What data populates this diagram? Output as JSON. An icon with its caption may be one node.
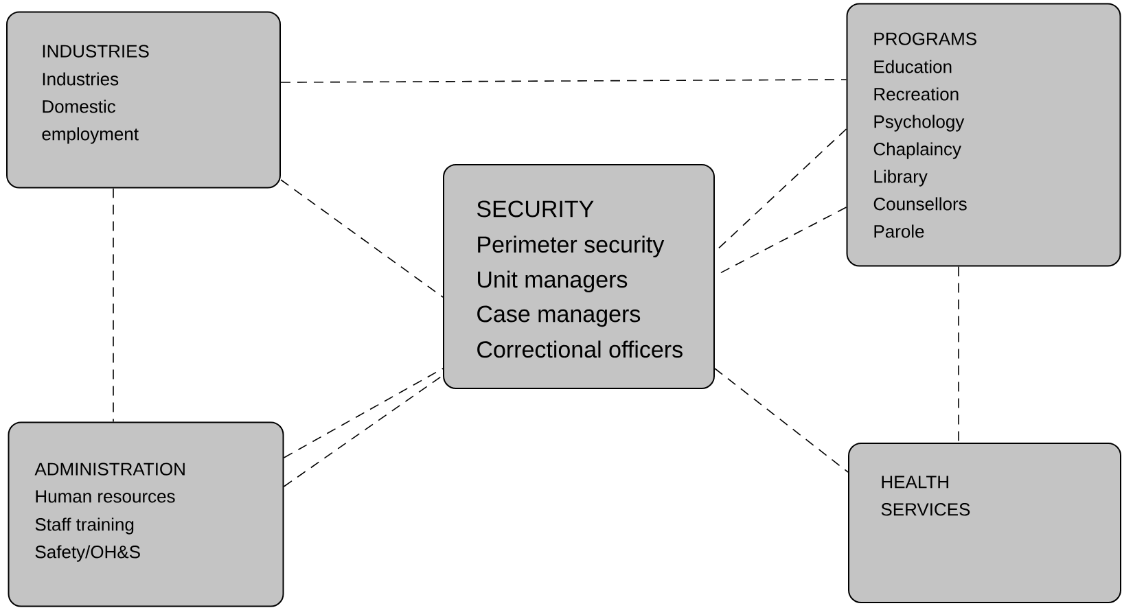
{
  "diagram": {
    "nodes": [
      {
        "text": [
          "INDUSTRIES",
          "Industries",
          "Domestic employment"
        ]
      },
      {
        "text": [
          "PROGRAMS",
          "Education",
          "Recreation",
          "Psychology",
          "Chaplaincy",
          "Library",
          "Counsellors",
          "Parole"
        ]
      },
      {
        "text": [
          "SECURITY",
          "Perimeter security",
          "Unit managers",
          "Case managers",
          "Correctional officers"
        ]
      },
      {
        "text": [
          "ADMINISTRATION",
          "Human resources",
          "Staff training",
          "Safety/OH&S"
        ]
      },
      {
        "text": [
          "HEALTH SERVICES"
        ]
      }
    ],
    "edges": [
      {
        "from": 0,
        "to": 1,
        "arrow": "none",
        "style": "dashed"
      },
      {
        "from": 0,
        "to": 2,
        "arrow": "none",
        "style": "dashed"
      },
      {
        "from": 0,
        "to": 3,
        "arrow": "none",
        "style": "dashed"
      },
      {
        "from": 1,
        "to": 2,
        "arrow": "none",
        "style": "dashed"
      },
      {
        "from": 1,
        "to": 2,
        "arrow": "none",
        "style": "dashed"
      },
      {
        "from": 1,
        "to": 4,
        "arrow": "none",
        "style": "dashed"
      },
      {
        "from": 2,
        "to": 4,
        "arrow": "none",
        "style": "dashed"
      },
      {
        "from": 3,
        "to": 2,
        "arrow": "none",
        "style": "dashed"
      },
      {
        "from": 3,
        "to": 2,
        "arrow": "none",
        "style": "dashed"
      }
    ]
  }
}
